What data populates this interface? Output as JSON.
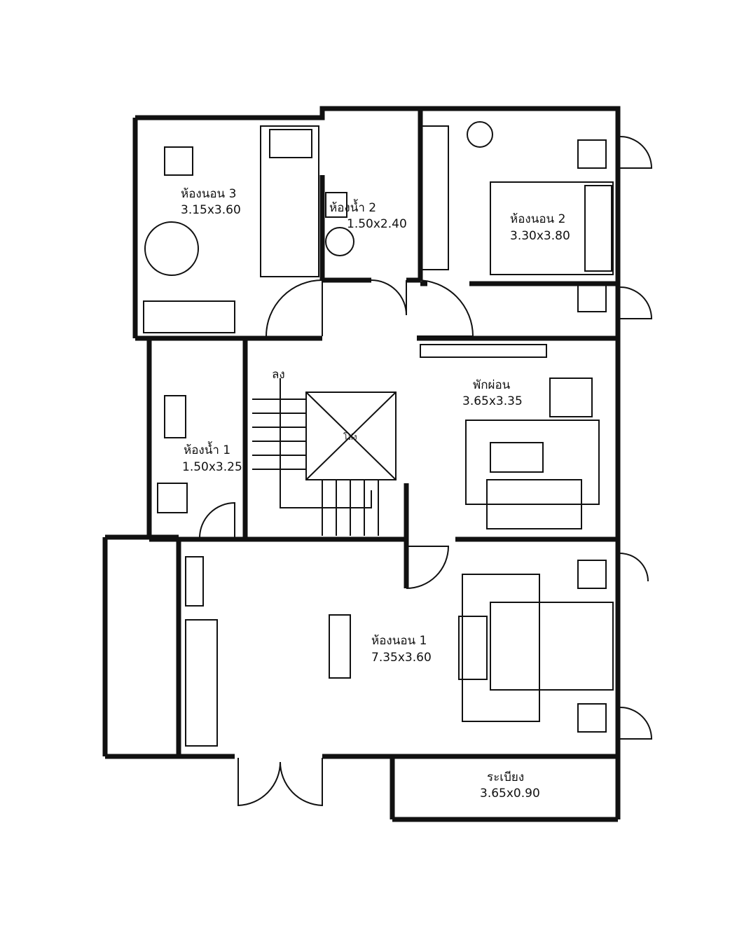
{
  "rooms": {
    "bedroom3": {
      "name": "ห้องนอน 3",
      "size": "3.15x3.60"
    },
    "bathroom2": {
      "name": "ห้องน้ำ 2",
      "size": "1.50x2.40"
    },
    "bedroom2": {
      "name": "ห้องนอน 2",
      "size": "3.30x3.80"
    },
    "lounge": {
      "name": "พักผ่อน",
      "size": "3.65x3.35"
    },
    "bathroom1": {
      "name": "ห้องน้ำ 1",
      "size": "1.50x3.25"
    },
    "bedroom1": {
      "name": "ห้องนอน 1",
      "size": "7.35x3.60"
    },
    "balcony": {
      "name": "ระเบียง",
      "size": "3.65x0.90"
    }
  },
  "stair": {
    "down_label": "ลง",
    "void_label": "โล่ง"
  },
  "colors": {
    "line": "#111111",
    "background": "#ffffff"
  }
}
